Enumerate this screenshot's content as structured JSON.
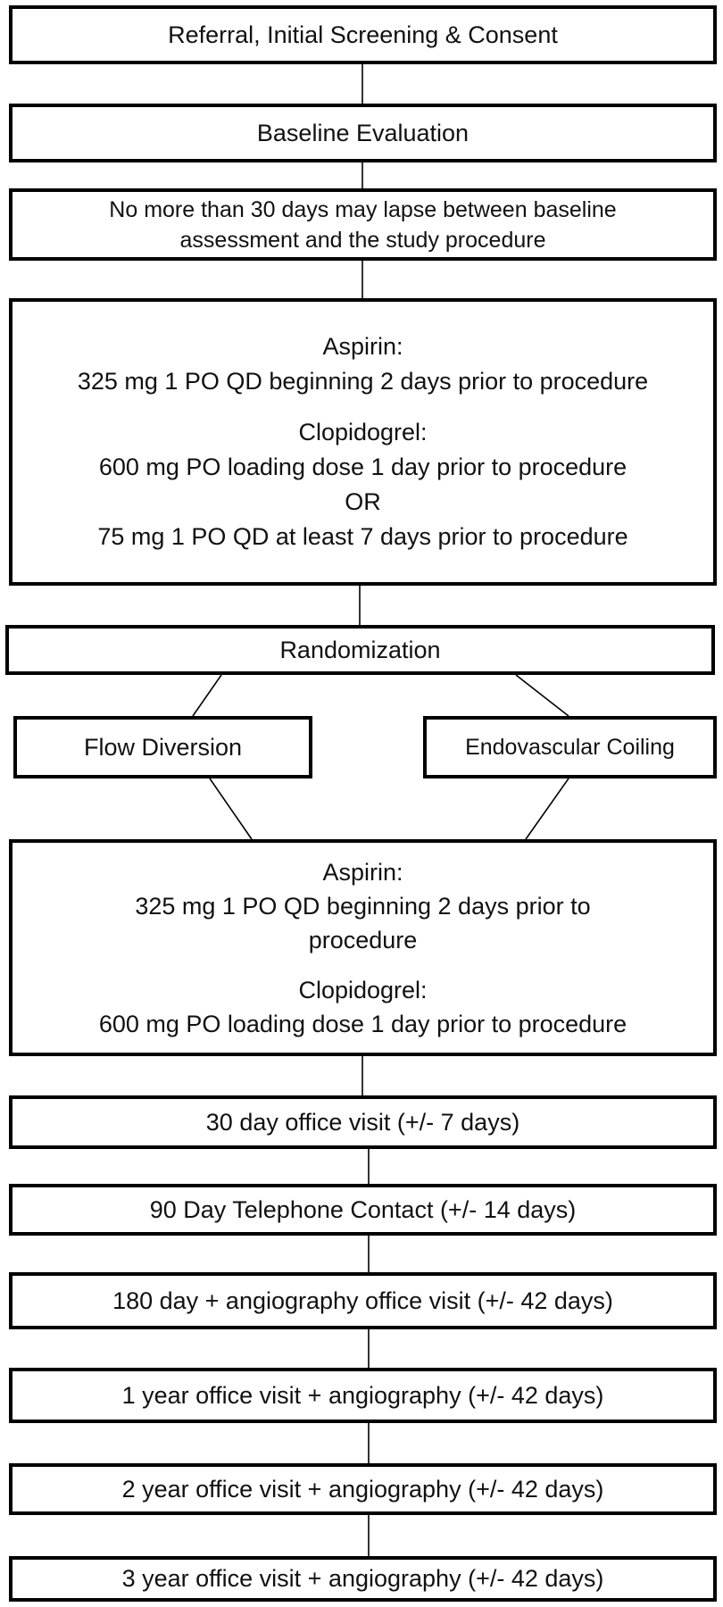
{
  "flowchart": {
    "referral": "Referral, Initial Screening & Consent",
    "baseline": "Baseline Evaluation",
    "lapse": [
      "No more than 30 days may lapse between baseline",
      "assessment and the study procedure"
    ],
    "premed": {
      "aspirin_label": "Aspirin:",
      "aspirin_dose": "325 mg 1 PO QD beginning 2 days prior to procedure",
      "clopidogrel_label": "Clopidogrel:",
      "clopidogrel_dose_1": "600 mg PO loading dose 1 day prior to procedure",
      "or": "OR",
      "clopidogrel_dose_2": "75 mg 1 PO QD at least 7 days prior to procedure"
    },
    "randomization": "Randomization",
    "arm_left": "Flow Diversion",
    "arm_right": "Endovascular Coiling",
    "postmed": {
      "aspirin_label": "Aspirin:",
      "aspirin_dose_1": "325 mg 1 PO QD beginning 2 days prior to",
      "aspirin_dose_2": "procedure",
      "clopidogrel_label": "Clopidogrel:",
      "clopidogrel_dose": "600 mg PO loading dose 1 day prior to procedure"
    },
    "followups": [
      "30 day office visit (+/- 7 days)",
      "90 Day Telephone Contact (+/- 14 days)",
      "180 day + angiography office visit (+/- 42 days)",
      "1 year office visit + angiography (+/- 42 days)",
      "2 year office visit + angiography (+/- 42 days)",
      "3 year office visit + angiography (+/- 42 days)"
    ]
  }
}
